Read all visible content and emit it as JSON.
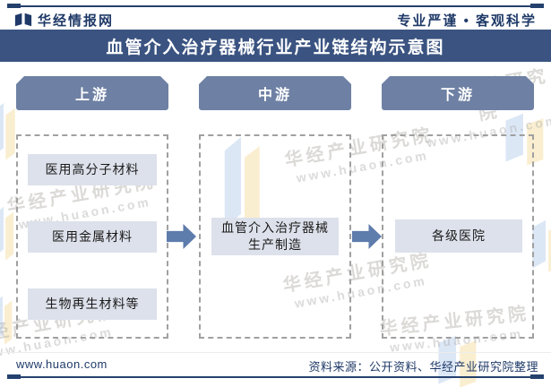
{
  "header": {
    "brand": "华经情报网",
    "tagline": "专业严谨 • 客观科学"
  },
  "title": "血管介入治疗器械行业产业链结构示意图",
  "columns": [
    {
      "label": "上游",
      "items": [
        "医用高分子材料",
        "医用金属材料",
        "生物再生材料等"
      ]
    },
    {
      "label": "中游",
      "items": [
        "血管介入治疗器械\n生产制造"
      ]
    },
    {
      "label": "下游",
      "items": [
        "各级医院"
      ]
    }
  ],
  "footer": {
    "site": "www.huaon.com",
    "source": "资料来源：公开资料、华经产业研究院整理"
  },
  "watermark": {
    "line1": "华经产业研究院",
    "line2": "www.huaon.com"
  },
  "icons": {
    "brand_logo": "open-book-icon",
    "arrow": "right-arrow"
  },
  "colors": {
    "navy_text": "#1f3a68",
    "rule": "#24416e",
    "title_bar_bg": "#3a5381",
    "column_header_bg": "#6e81a4",
    "item_box_bg": "#dde1eb",
    "arrow": "#5e7cac",
    "dashed_border": "#a0a0a0"
  }
}
